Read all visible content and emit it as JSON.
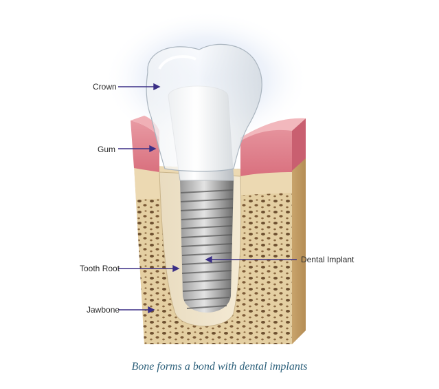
{
  "labels": {
    "crown": "Crown",
    "gum": "Gum",
    "tooth_root": "Tooth Root",
    "jawbone": "Jawbone",
    "dental_implant": "Dental Implant"
  },
  "caption": "Bone forms a bond with dental implants",
  "colors": {
    "arrow": "#3b2f86",
    "caption": "#2b5f7a",
    "gum": "#e0848f",
    "bone": "#e8d4aa",
    "implant": "#7b7b7b"
  }
}
